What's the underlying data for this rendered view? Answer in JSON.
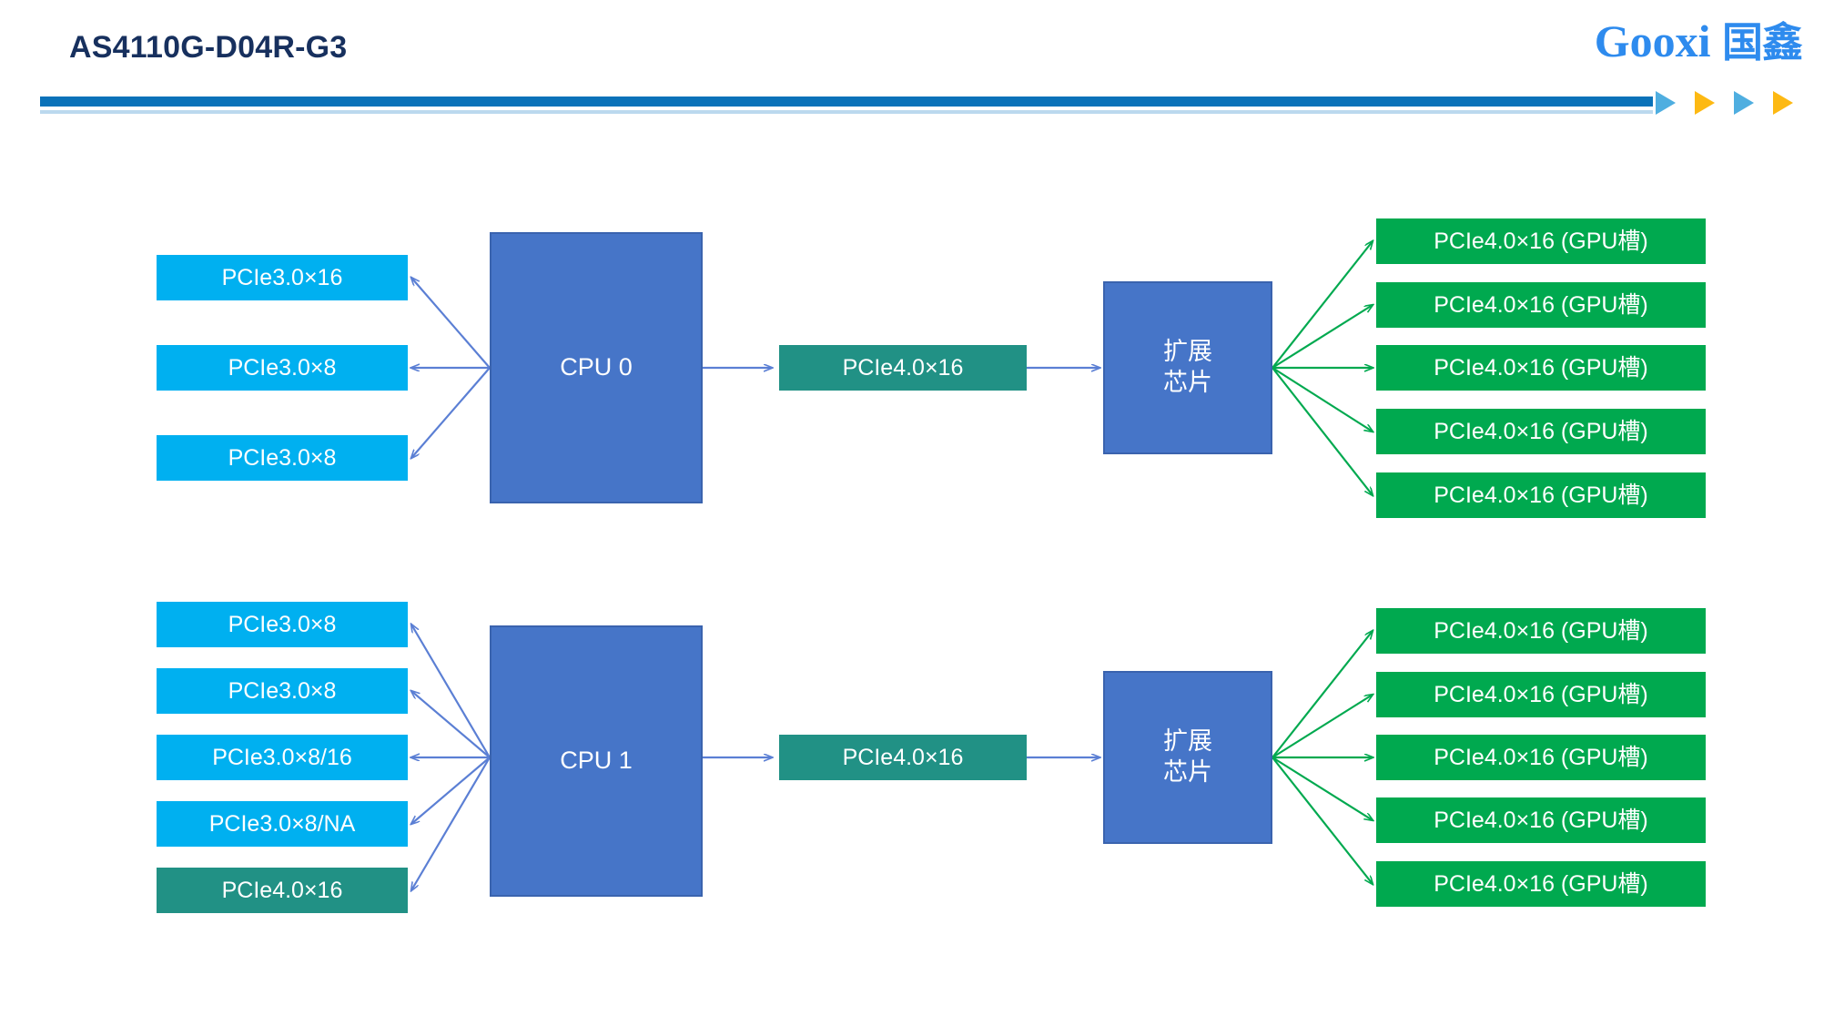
{
  "header": {
    "title": "AS4110G-D04R-G3",
    "rule_color": "#0A72B9",
    "rule_accent_color": "#BBD9EE",
    "title_color": "#17305E"
  },
  "logo": {
    "wordmark_latin": "Gooxi",
    "wordmark_cn": "国鑫",
    "color": "#2E8BEE",
    "triangles": [
      {
        "name": "triangle-1",
        "color": "#4FAEE0"
      },
      {
        "name": "triangle-2",
        "color": "#FDB913"
      },
      {
        "name": "triangle-3",
        "color": "#4FAEE0"
      },
      {
        "name": "triangle-4",
        "color": "#FDB913"
      }
    ]
  },
  "palette": {
    "pcie3_box": "#00B0F0",
    "pcie4_teal_box": "#219185",
    "gpu_box": "#00A94F",
    "cpu_box": "#4675C8",
    "cpu_border": "#3A63AE",
    "blue_arrow": "#5B7FD4",
    "green_arrow": "#00A94F"
  },
  "diagram": {
    "type": "block-topology",
    "groups": [
      {
        "id": "cpu0-group",
        "cpu": {
          "label": "CPU 0"
        },
        "left_slots": [
          {
            "label": "PCIe3.0×16",
            "style": "pcie3"
          },
          {
            "label": "PCIe3.0×8",
            "style": "pcie3"
          },
          {
            "label": "PCIe3.0×8",
            "style": "pcie3"
          }
        ],
        "uplink": {
          "label": "PCIe4.0×16",
          "style": "pcie4-teal"
        },
        "switch": {
          "label_line1": "扩展",
          "label_line2": "芯片"
        },
        "gpu_slots": [
          {
            "label": "PCIe4.0×16 (GPU槽)"
          },
          {
            "label": "PCIe4.0×16 (GPU槽)"
          },
          {
            "label": "PCIe4.0×16 (GPU槽)"
          },
          {
            "label": "PCIe4.0×16 (GPU槽)"
          },
          {
            "label": "PCIe4.0×16 (GPU槽)"
          }
        ]
      },
      {
        "id": "cpu1-group",
        "cpu": {
          "label": "CPU 1"
        },
        "left_slots": [
          {
            "label": "PCIe3.0×8",
            "style": "pcie3"
          },
          {
            "label": "PCIe3.0×8",
            "style": "pcie3"
          },
          {
            "label": "PCIe3.0×8/16",
            "style": "pcie3"
          },
          {
            "label": "PCIe3.0×8/NA",
            "style": "pcie3"
          },
          {
            "label": "PCIe4.0×16",
            "style": "pcie4-teal"
          }
        ],
        "uplink": {
          "label": "PCIe4.0×16",
          "style": "pcie4-teal"
        },
        "switch": {
          "label_line1": "扩展",
          "label_line2": "芯片"
        },
        "gpu_slots": [
          {
            "label": "PCIe4.0×16 (GPU槽)"
          },
          {
            "label": "PCIe4.0×16 (GPU槽)"
          },
          {
            "label": "PCIe4.0×16 (GPU槽)"
          },
          {
            "label": "PCIe4.0×16 (GPU槽)"
          },
          {
            "label": "PCIe4.0×16 (GPU槽)"
          }
        ]
      }
    ]
  }
}
